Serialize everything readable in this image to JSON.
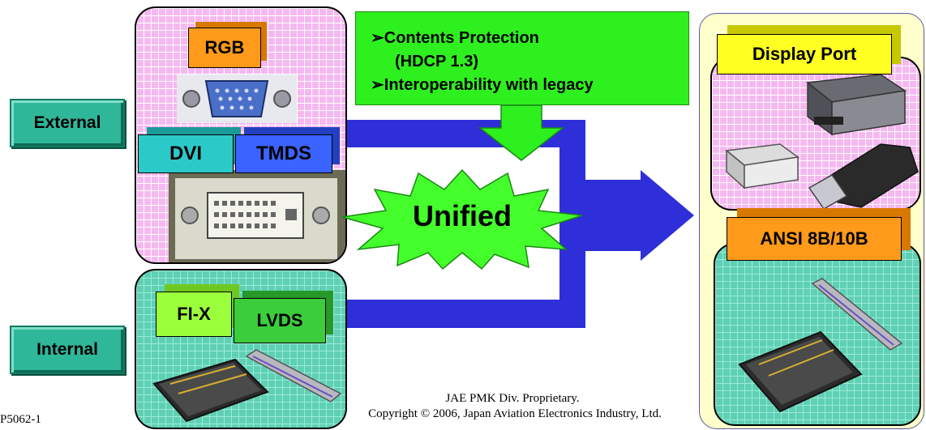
{
  "labels": {
    "external": "External",
    "internal": "Internal",
    "rgb": "RGB",
    "dvi": "DVI",
    "tmds": "TMDS",
    "fix": "FI-X",
    "lvds": "LVDS",
    "unified": "Unified",
    "display_port": "Display Port",
    "ansi": "ANSI 8B/10B"
  },
  "callout": {
    "line1": "Contents Protection",
    "line2": "(HDCP 1.3)",
    "line3": "Interoperability with legacy",
    "bullet": "➢"
  },
  "footer": {
    "code": "P5062-1",
    "line1": "JAE PMK Div. Proprietary.",
    "line2": "Copyright ©  2006, Japan Aviation Electronics Industry, Ltd."
  },
  "colors": {
    "arrow_blue": "#2f2fd9",
    "callout_green": "#2ef01e",
    "burst_green": "#44ff2c",
    "label_teal": "#2fb79a",
    "rgb_orange": "#ff9a1a",
    "dvi_cyan": "#2cc9c9",
    "tmds_blue": "#3a63ff",
    "fix_lime": "#9cff3c",
    "lvds_green": "#3ccd3c",
    "displayport_yellow": "#ffff22",
    "ansi_orange": "#ff9a1a",
    "pink_panel": "#f6b8f0",
    "teal_panel": "#5fd0b4",
    "right_outer": "#ffffcc"
  }
}
